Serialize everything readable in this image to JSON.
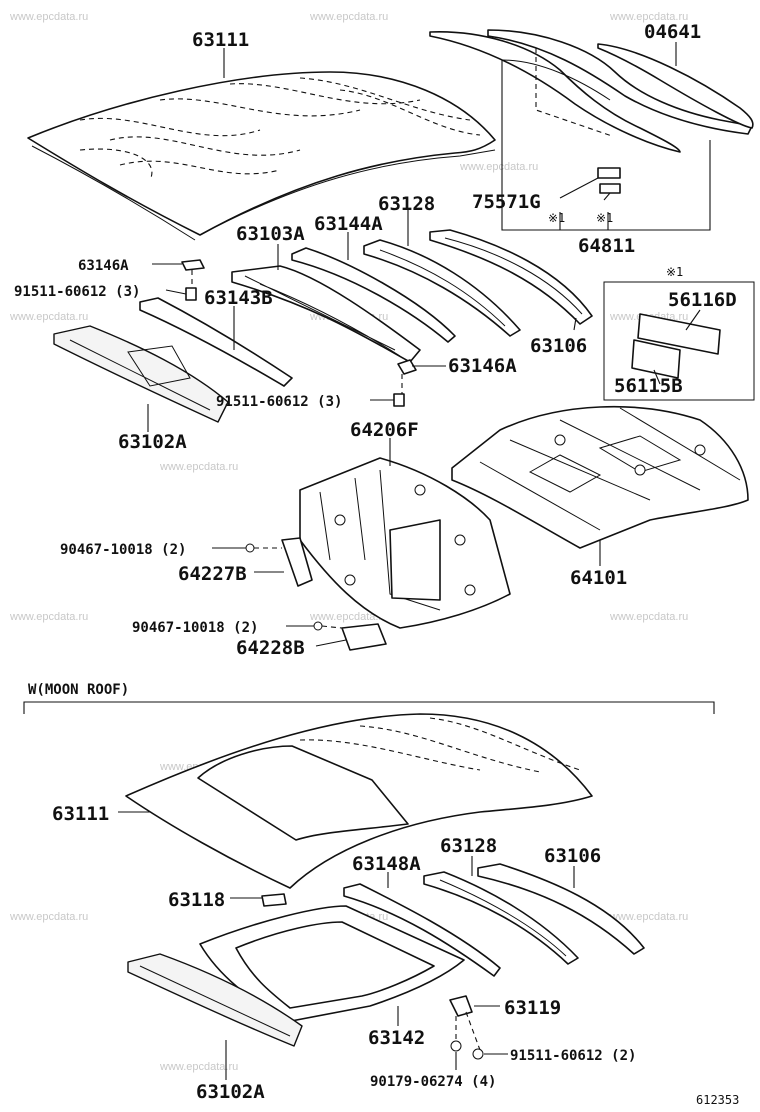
{
  "watermark": "www.epcdata.ru",
  "diagram_number": "612353",
  "note_mark": "※1",
  "section_moon_roof": "W(MOON ROOF)",
  "labels": {
    "p63111_top": "63111",
    "p04641": "04641",
    "p75571G": "75571G",
    "p64811": "64811",
    "p63128_top": "63128",
    "p63144A": "63144A",
    "p63103A": "63103A",
    "p63146A_left": "63146A",
    "p91511_3_left": "91511-60612 (3)",
    "p63143B": "63143B",
    "p63106_top": "63106",
    "p56116D": "56116D",
    "p56115B": "56115B",
    "p63146A_mid": "63146A",
    "p91511_3_mid": "91511-60612 (3)",
    "p63102A_top": "63102A",
    "p64206F": "64206F",
    "p90467_top": "90467-10018 (2)",
    "p64227B": "64227B",
    "p64101": "64101",
    "p90467_bottom": "90467-10018 (2)",
    "p64228B": "64228B",
    "p63111_bottom": "63111",
    "p63128_bottom": "63128",
    "p63106_bottom": "63106",
    "p63148A": "63148A",
    "p63118": "63118",
    "p63119": "63119",
    "p63142": "63142",
    "p91511_2": "91511-60612 (2)",
    "p63102A_bottom": "63102A",
    "p90179": "90179-06274 (4)"
  }
}
